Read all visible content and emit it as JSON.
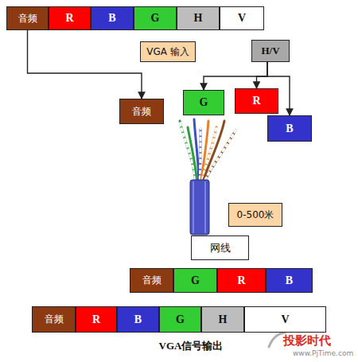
{
  "diagram": {
    "caption": "VGA信号输出",
    "nodes": [
      {
        "text": [
          "音频"
        ]
      },
      {
        "text": [
          "R"
        ]
      },
      {
        "text": [
          "B"
        ]
      },
      {
        "text": [
          "G"
        ]
      },
      {
        "text": [
          "H"
        ]
      },
      {
        "text": [
          "V"
        ]
      },
      {
        "text": [
          "VGA 输入"
        ]
      },
      {
        "text": [
          "H/V"
        ]
      },
      {
        "text": [
          "G"
        ]
      },
      {
        "text": [
          "R"
        ]
      },
      {
        "text": [
          "音频"
        ]
      },
      {
        "text": [
          "B"
        ]
      },
      {
        "text": [
          "0-500米"
        ]
      },
      {
        "text": [
          "网线"
        ]
      },
      {
        "text": [
          "音频"
        ]
      },
      {
        "text": [
          "G"
        ]
      },
      {
        "text": [
          "R"
        ]
      },
      {
        "text": [
          "B"
        ]
      },
      {
        "text": [
          "音频"
        ]
      },
      {
        "text": [
          "R"
        ]
      },
      {
        "text": [
          "B"
        ]
      },
      {
        "text": [
          "G"
        ]
      },
      {
        "text": [
          "H"
        ]
      },
      {
        "text": [
          "V"
        ]
      }
    ],
    "edges": [
      {
        "from": 0,
        "to": 10,
        "arrow": "to"
      },
      {
        "from": 7,
        "to": 8,
        "arrow": "to"
      },
      {
        "from": 7,
        "to": 9,
        "arrow": "to"
      },
      {
        "from": 7,
        "to": 11,
        "arrow": "to"
      }
    ],
    "labels": [
      "投影时代",
      "www.PjTime.com"
    ]
  }
}
